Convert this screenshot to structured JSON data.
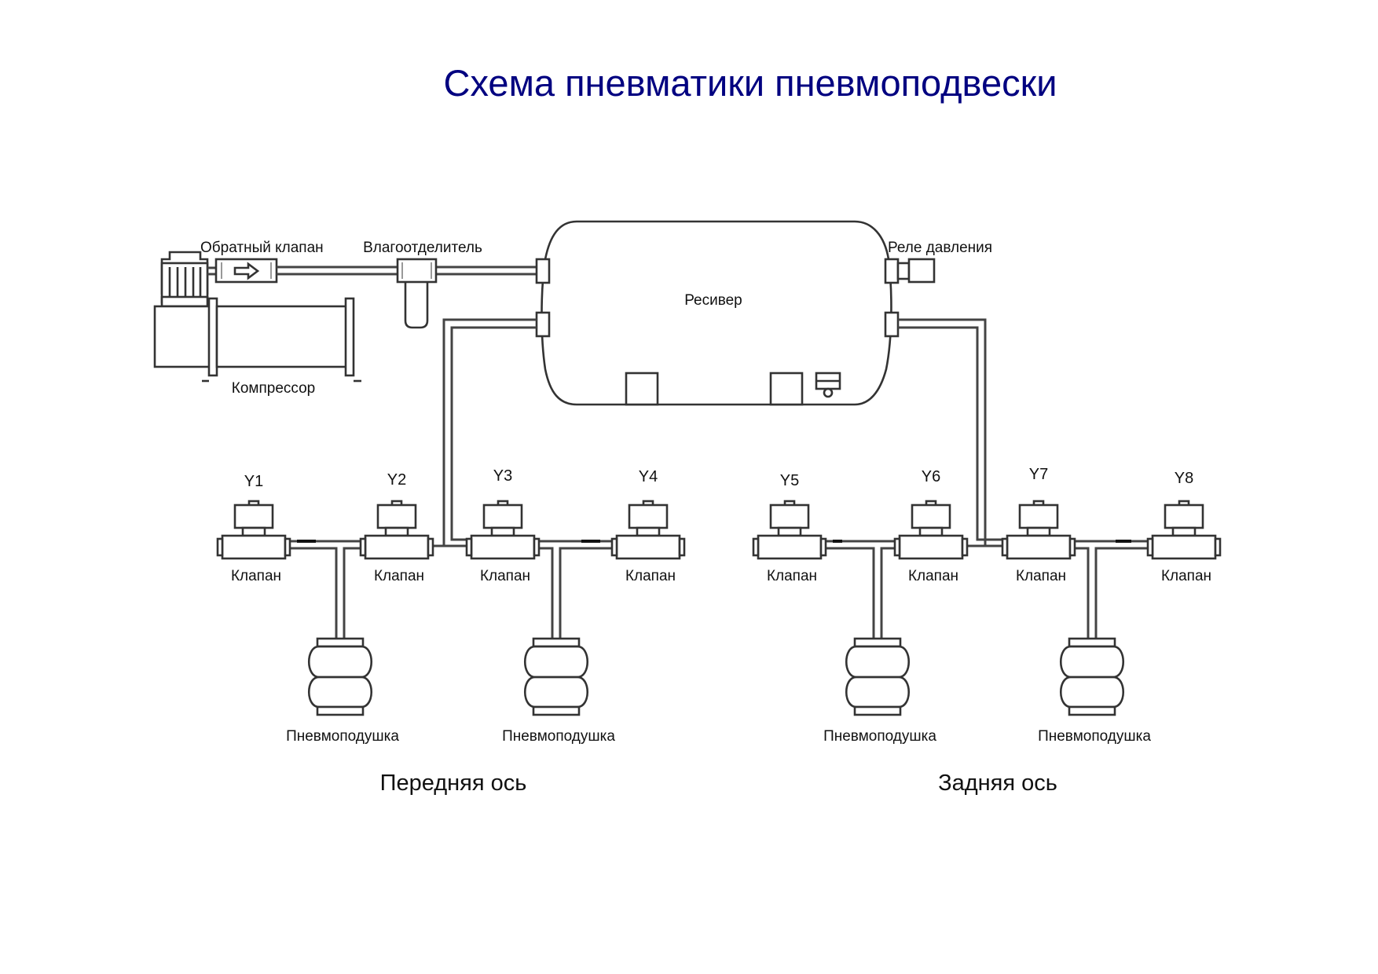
{
  "title": "Схема пневматики пневмоподвески",
  "title_color": "#000080",
  "components": {
    "check_valve": "Обратный клапан",
    "moisture_separator": "Влагоотделитель",
    "compressor": "Компрессор",
    "receiver": "Ресивер",
    "pressure_relay": "Реле давления"
  },
  "valves": [
    {
      "id": "Y1",
      "label": "Клапан"
    },
    {
      "id": "Y2",
      "label": "Клапан"
    },
    {
      "id": "Y3",
      "label": "Клапан"
    },
    {
      "id": "Y4",
      "label": "Клапан"
    },
    {
      "id": "Y5",
      "label": "Клапан"
    },
    {
      "id": "Y6",
      "label": "Клапан"
    },
    {
      "id": "Y7",
      "label": "Клапан"
    },
    {
      "id": "Y8",
      "label": "Клапан"
    }
  ],
  "airbags": [
    {
      "label": "Пневмоподушка"
    },
    {
      "label": "Пневмоподушка"
    },
    {
      "label": "Пневмоподушка"
    },
    {
      "label": "Пневмоподушка"
    }
  ],
  "axles": {
    "front": "Передняя ось",
    "rear": "Задняя ось"
  },
  "icons": {
    "flow_direction": "arrow-right-icon"
  }
}
